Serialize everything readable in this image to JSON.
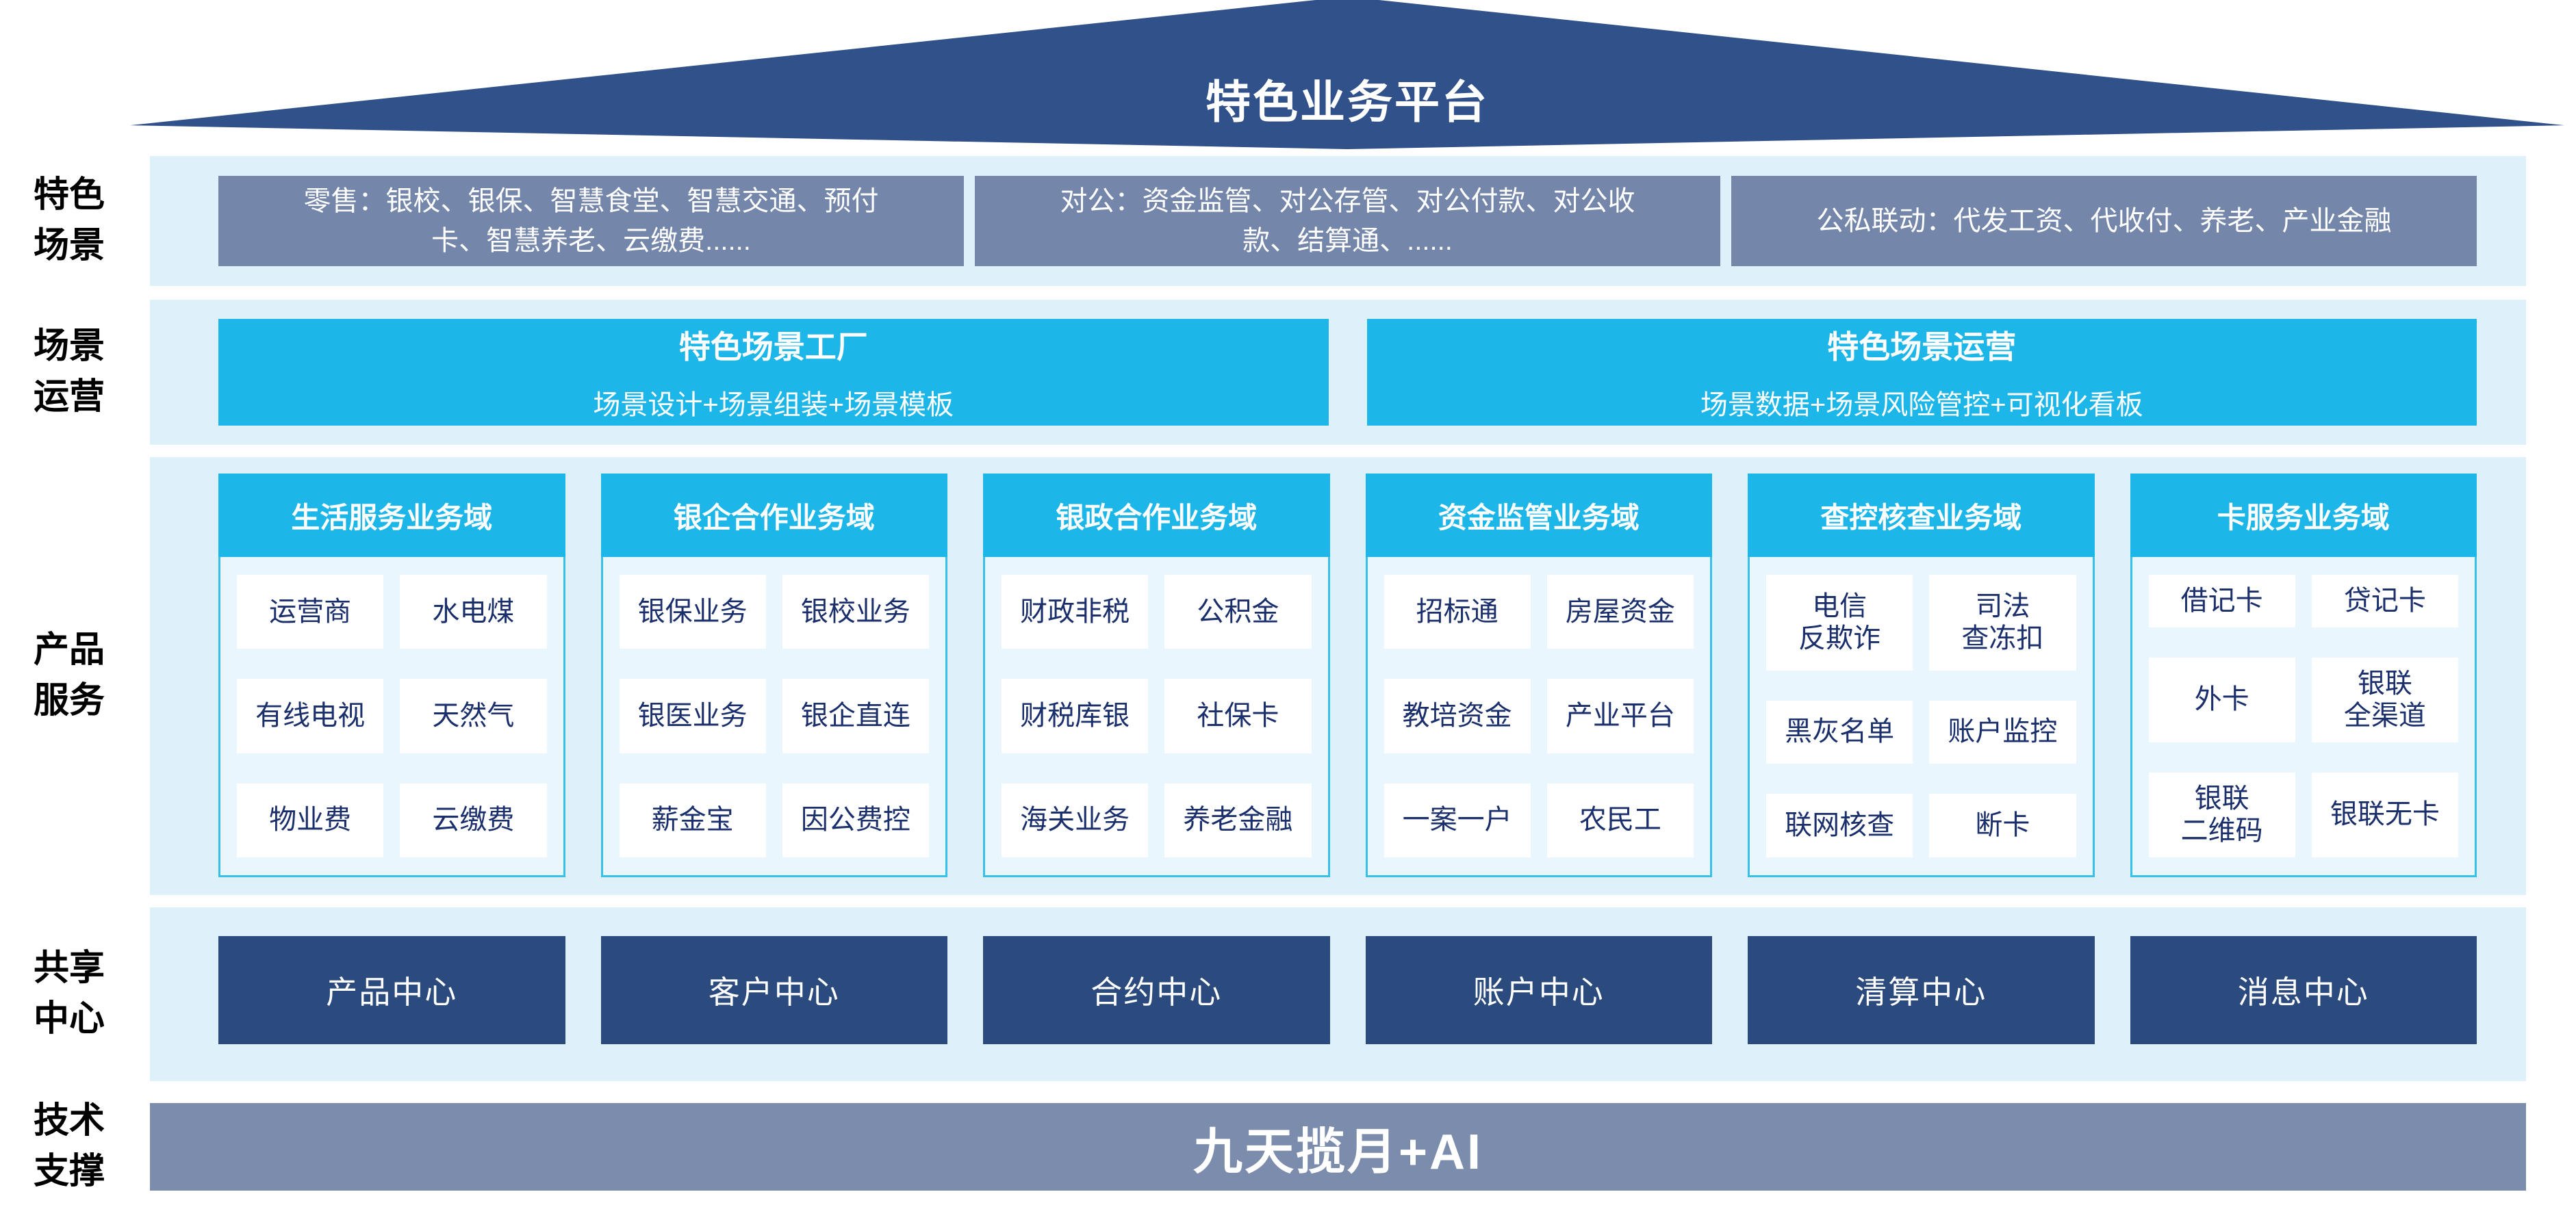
{
  "roof": {
    "title": "特色业务平台"
  },
  "scene_row": {
    "label": "特色\n场景",
    "boxes": [
      "零售：银校、银保、智慧食堂、智慧交通、预付\n卡、智慧养老、云缴费......",
      "对公：资金监管、对公存管、对公付款、对公收\n款、结算通、......",
      "公私联动：代发工资、代收付、养老、产业金融"
    ]
  },
  "operation_row": {
    "label": "场景\n运营",
    "boxes": [
      {
        "title": "特色场景工厂",
        "subtitle": "场景设计+场景组装+场景模板"
      },
      {
        "title": "特色场景运营",
        "subtitle": "场景数据+场景风险管控+可视化看板"
      }
    ]
  },
  "product_row": {
    "label": "产品\n服务",
    "domains": [
      {
        "title": "生活服务业务域",
        "items": [
          "运营商",
          "水电煤",
          "有线电视",
          "天然气",
          "物业费",
          "云缴费"
        ]
      },
      {
        "title": "银企合作业务域",
        "items": [
          "银保业务",
          "银校业务",
          "银医业务",
          "银企直连",
          "薪金宝",
          "因公费控"
        ]
      },
      {
        "title": "银政合作业务域",
        "items": [
          "财政非税",
          "公积金",
          "财税库银",
          "社保卡",
          "海关业务",
          "养老金融"
        ]
      },
      {
        "title": "资金监管业务域",
        "items": [
          "招标通",
          "房屋资金",
          "教培资金",
          "产业平台",
          "一案一户",
          "农民工"
        ]
      },
      {
        "title": "查控核查业务域",
        "items": [
          "电信\n反欺诈",
          "司法\n查冻扣",
          "黑灰名单",
          "账户监控",
          "联网核查",
          "断卡"
        ]
      },
      {
        "title": "卡服务业务域",
        "items": [
          "借记卡",
          "贷记卡",
          "外卡",
          "银联\n全渠道",
          "银联\n二维码",
          "银联无卡"
        ]
      }
    ]
  },
  "share_row": {
    "label": "共享\n中心",
    "centers": [
      "产品中心",
      "客户中心",
      "合约中心",
      "账户中心",
      "清算中心",
      "消息中心"
    ]
  },
  "tech_row": {
    "label": "技术\n支撑",
    "banner": "九天揽月+AI"
  },
  "colors": {
    "roof_navy": "#31518a",
    "steel_blue": "#7486aa",
    "accent_cyan": "#1db6e9",
    "band_light_blue": "#def0f9",
    "panel_light_blue": "#e9f6fd",
    "panel_border_cyan": "#38c0e8",
    "center_navy": "#2b4a7d",
    "cell_text_navy": "#1a2f6b"
  }
}
